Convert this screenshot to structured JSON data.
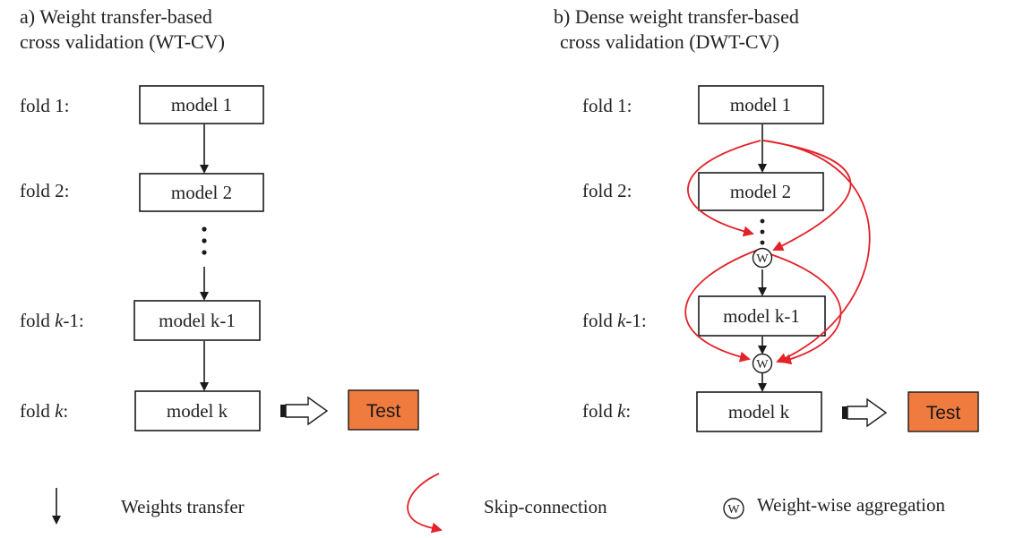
{
  "panel_a": {
    "title_line1": "a) Weight transfer-based",
    "title_line2": "cross validation (WT-CV)",
    "folds": [
      {
        "label_pre": "fold 1:",
        "label_italic": "",
        "label_post": "",
        "model": "model 1"
      },
      {
        "label_pre": "fold 2:",
        "label_italic": "",
        "label_post": "",
        "model": "model 2"
      },
      {
        "label_pre": "fold ",
        "label_italic": "k",
        "label_post": "-1:",
        "model": "model k-1"
      },
      {
        "label_pre": "fold ",
        "label_italic": "k",
        "label_post": ":",
        "model": "model k"
      }
    ],
    "test_label": "Test"
  },
  "panel_b": {
    "title_line1": "b) Dense weight transfer-based",
    "title_line2": "cross validation (DWT-CV)",
    "folds": [
      {
        "label_pre": "fold 1:",
        "label_italic": "",
        "label_post": "",
        "model": "model 1"
      },
      {
        "label_pre": "fold 2:",
        "label_italic": "",
        "label_post": "",
        "model": "model 2"
      },
      {
        "label_pre": "fold ",
        "label_italic": "k",
        "label_post": "-1:",
        "model": "model k-1"
      },
      {
        "label_pre": "fold ",
        "label_italic": "k",
        "label_post": ":",
        "model": "model k"
      }
    ],
    "aggregation_symbol": "W",
    "test_label": "Test"
  },
  "legend": {
    "weights_transfer": "Weights transfer",
    "skip_connection": "Skip-connection",
    "aggregation_symbol": "W",
    "weight_wise_aggregation": "Weight-wise aggregation"
  },
  "colors": {
    "test_fill": "#f07b3f",
    "skip_connection": "#e32229",
    "arrow": "#1a1a1a"
  }
}
